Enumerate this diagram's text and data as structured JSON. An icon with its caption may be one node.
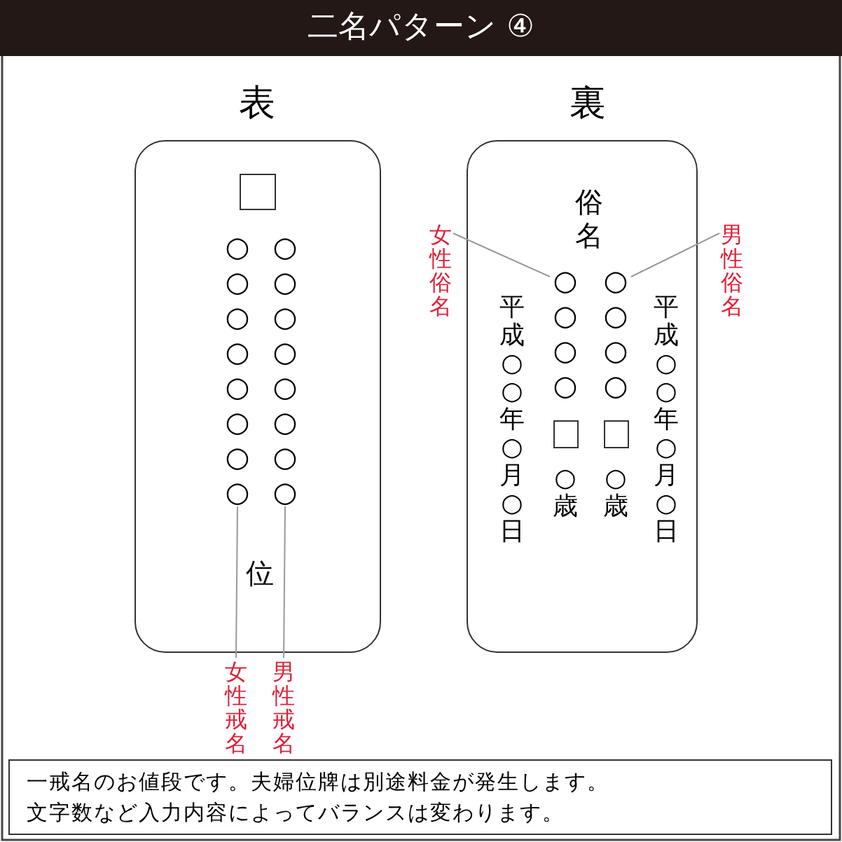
{
  "diagram": {
    "title": "二名パターン ④",
    "nodes": [
      {
        "text": [
          "表",
          "位"
        ]
      },
      {
        "text": [],
        "shape": "box",
        "in": 0
      },
      {
        "text": [
          "○○○○○○○○"
        ],
        "in": 0
      },
      {
        "text": [
          "○○○○○○○○"
        ],
        "in": 0
      },
      {
        "text": [
          "裏",
          "俗名",
          "平成○○年○月○日",
          "○歳",
          "○歳",
          "平成○○年○月○日"
        ]
      },
      {
        "text": [
          "○○○○"
        ],
        "in": 4
      },
      {
        "text": [
          "○○○○"
        ],
        "in": 4
      },
      {
        "text": [],
        "shape": "box",
        "in": 4
      },
      {
        "text": [],
        "shape": "box",
        "in": 4
      },
      {
        "text": [
          "女性俗名"
        ]
      },
      {
        "text": [
          "男性俗名"
        ]
      },
      {
        "text": [
          "女性戒名"
        ]
      },
      {
        "text": [
          "男性戒名"
        ]
      }
    ],
    "edges": [
      {
        "from": 9,
        "to": 5,
        "arrow": "none"
      },
      {
        "from": 10,
        "to": 6,
        "arrow": "none"
      },
      {
        "from": 11,
        "to": 2,
        "arrow": "none"
      },
      {
        "from": 12,
        "to": 3,
        "arrow": "none"
      }
    ],
    "labels": [
      "一戒名のお値段です。夫婦位牌は別途料金が発生します。",
      "文字数など入力内容によってバランスは変わります。"
    ]
  }
}
